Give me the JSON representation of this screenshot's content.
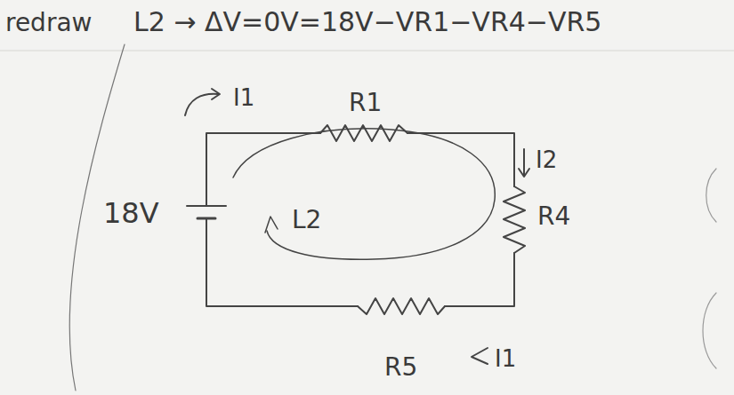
{
  "diagram": {
    "labels": [
      "redraw",
      "L2 → ΔV=0V=18V−VR1−VR4−VR5",
      "I1",
      "R1",
      "I2",
      "18V",
      "R4",
      "L2",
      "R5",
      "I1"
    ]
  }
}
